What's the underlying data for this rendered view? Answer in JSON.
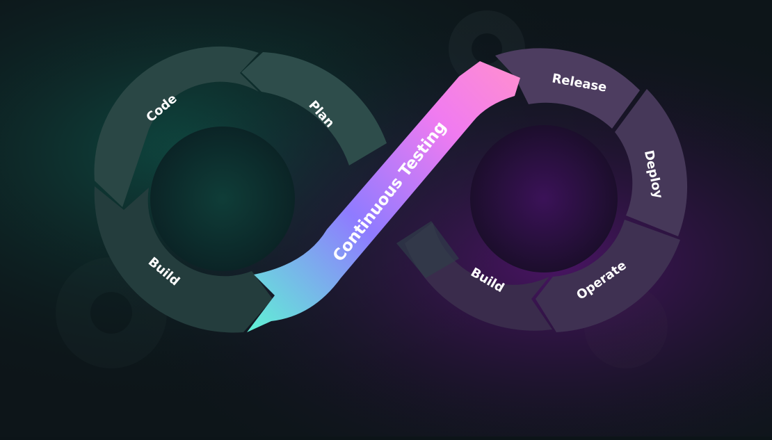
{
  "diagram": {
    "left_loop": {
      "segments": [
        {
          "id": "code",
          "label": "Code"
        },
        {
          "id": "plan",
          "label": "Plan"
        },
        {
          "id": "build",
          "label": "Build"
        }
      ]
    },
    "right_loop": {
      "segments": [
        {
          "id": "release",
          "label": "Release"
        },
        {
          "id": "deploy",
          "label": "Deploy"
        },
        {
          "id": "operate",
          "label": "Operate"
        },
        {
          "id": "build",
          "label": "Build"
        }
      ]
    },
    "center_band": {
      "label": "Continuous Testing",
      "gradient": [
        "#62ecd6",
        "#8f7bff",
        "#f07bf0",
        "#ff8ed0"
      ]
    },
    "colors": {
      "left_segment": "#2c4a4a",
      "left_segment_dark": "#223a3b",
      "right_segment": "#4a3a5c",
      "right_segment_dark": "#3a2d4c",
      "background_left": "#0e3a36",
      "background_right": "#3a1250"
    }
  }
}
